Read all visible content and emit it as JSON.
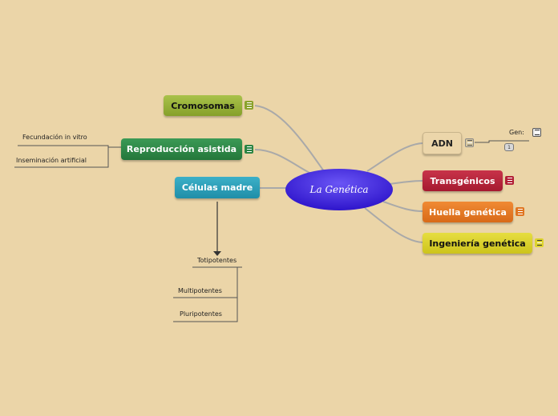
{
  "central": {
    "label": "La Genética"
  },
  "left_nodes": {
    "cromosomas": "Cromosomas",
    "reproduccion": "Reproducción asistida",
    "celulas": "Células madre"
  },
  "right_nodes": {
    "adn": "ADN",
    "transgenicos": "Transgénicos",
    "huella": "Huella genética",
    "ingenieria": "Ingeniería genética"
  },
  "subtopics": {
    "fecundacion": "Fecundación in vitro",
    "inseminacion": "Inseminación artificial",
    "totipotentes": "Totipotentes",
    "multipotentes": "Multipotentes",
    "pluripotentes": "Pluripotentes",
    "gen": "Gen:"
  },
  "badges": {
    "adn_count": "1"
  },
  "colors": {
    "background": "#ebd5a8",
    "central": "#3a22d8",
    "cromosomas": "#9cb33a",
    "reproduccion": "#2e8a48",
    "celulas": "#2a9fb8",
    "adn": "#ecd6aa",
    "transgenicos": "#b8213a",
    "huella": "#e57a24",
    "ingenieria": "#dcd32e"
  }
}
